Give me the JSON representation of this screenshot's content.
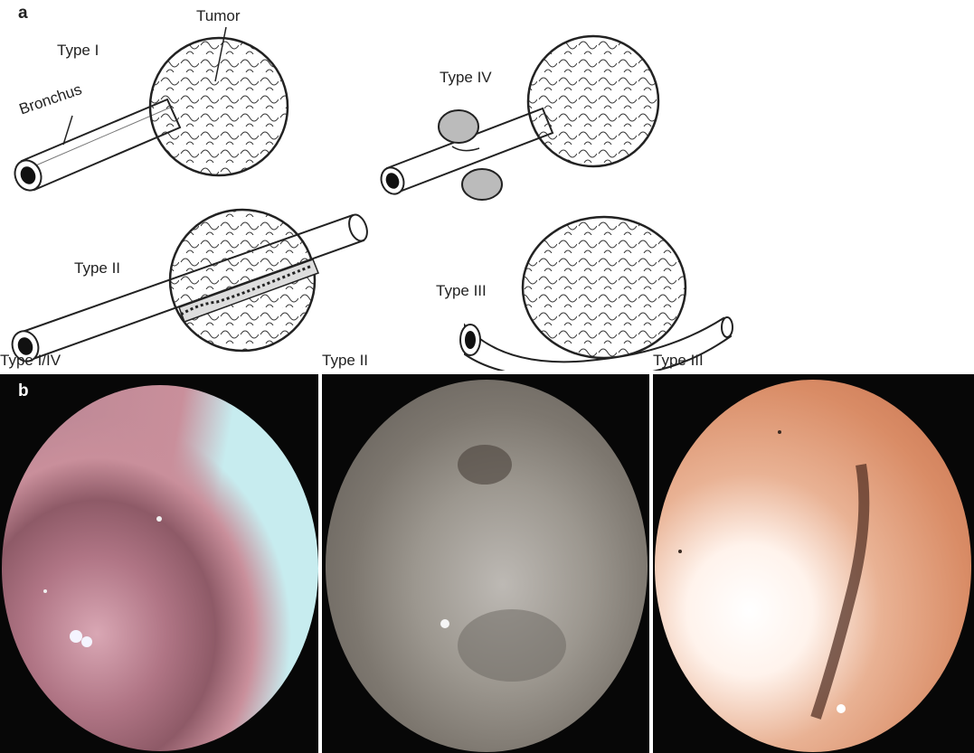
{
  "panel_a": {
    "letter": "a",
    "labels": {
      "tumor": "Tumor",
      "bronchus": "Bronchus",
      "type_i": "Type I",
      "type_ii": "Type II",
      "type_iii": "Type III",
      "type_iv": "Type IV"
    }
  },
  "panel_b": {
    "letter": "b",
    "captions": [
      "Type I/IV",
      "Type II",
      "Type III"
    ]
  },
  "colors": {
    "ink": "#222222",
    "scope_background": "#070707",
    "scope1_pink": "#c98f9b",
    "scope1_blue": "#c7ecef",
    "scope2_gray": "#8a8580",
    "scope3_orange": "#d98c66"
  }
}
